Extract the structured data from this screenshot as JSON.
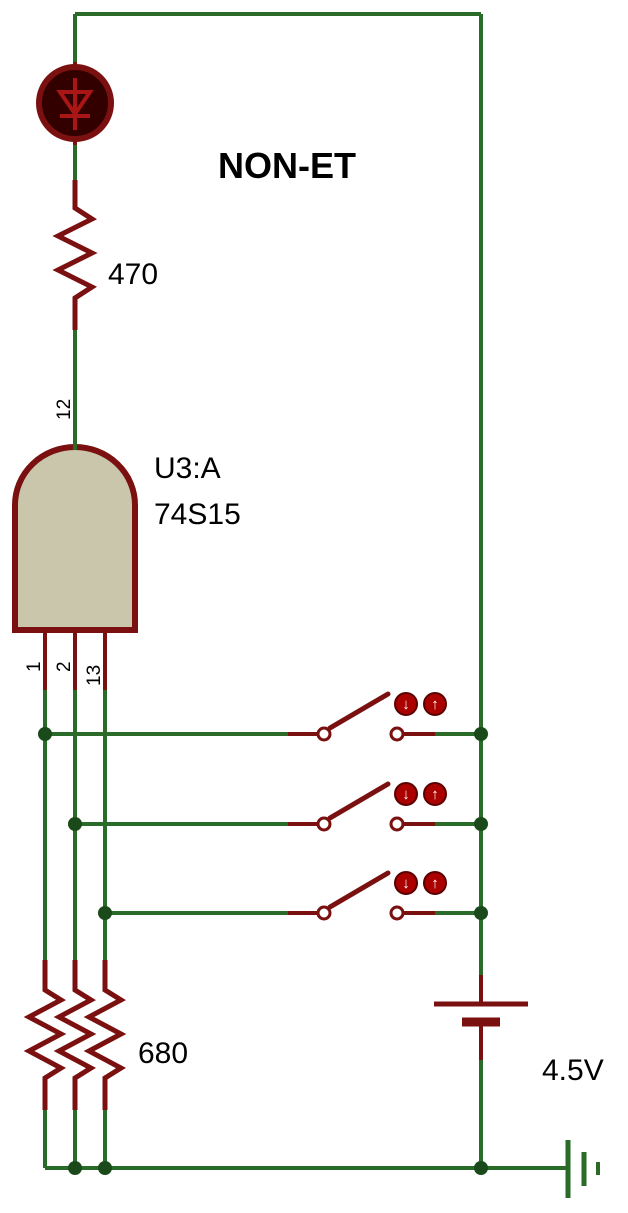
{
  "title": "NON-ET",
  "resistor_top_value": "470",
  "gate": {
    "ref": "U3:A",
    "part": "74S15",
    "output_pin": "12",
    "input_pins": [
      "1",
      "2",
      "13"
    ]
  },
  "pull_down_value": "680",
  "battery_voltage": "4.5V",
  "switch_button_icons": [
    "arrow-down-icon",
    "arrow-up-icon"
  ],
  "colors": {
    "wire": "#2a6b2a",
    "component": "#7a1010",
    "gate_fill": "#c9c6ab",
    "led_fill": "#330000",
    "button": "#aa0000",
    "ground": "#2a6b2a"
  }
}
